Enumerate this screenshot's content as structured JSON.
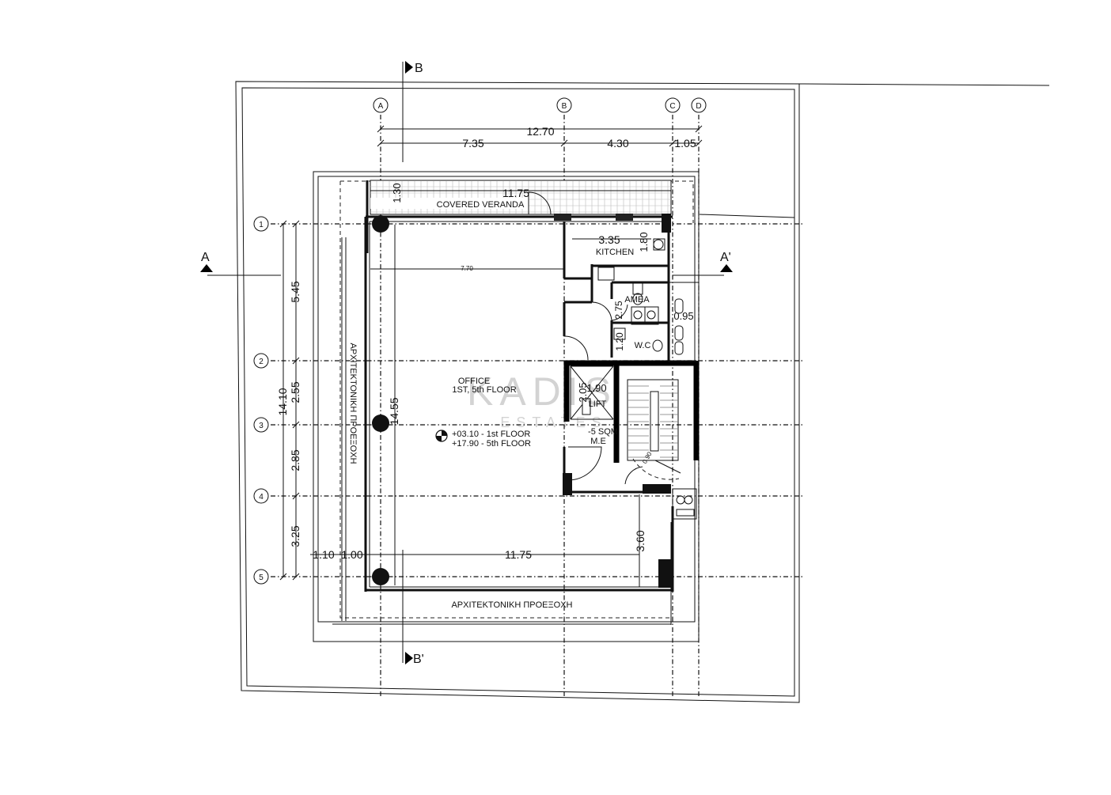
{
  "grid": {
    "columns": [
      "A",
      "B",
      "C",
      "D"
    ],
    "rows": [
      "1",
      "2",
      "3",
      "4",
      "5"
    ]
  },
  "sections": {
    "b_top": "B",
    "b_bottom": "B'",
    "a_left": "A",
    "a_right": "A'"
  },
  "dimensions": {
    "top_total": "12.70",
    "top_ab": "7.35",
    "top_bc": "4.30",
    "top_cd": "1.05",
    "veranda_length": "11.75",
    "veranda_depth": "1.30",
    "left_total": "14.10",
    "left_12": "5.45",
    "left_23": "2.55",
    "left_34": "2.85",
    "left_45": "3.25",
    "office_depth": "14.55",
    "office_width": "7.70",
    "kitchen_w": "3.35",
    "kitchen_d": "1.80",
    "wc_d1": "2.75",
    "wc_d2": "1.20",
    "wc_w": "0.95",
    "lift_d": "2.05",
    "lift_w": "1.90",
    "bottom_len": "11.75",
    "bottom_l1": "1.10",
    "bottom_l2": "1.00",
    "bottom_right": "3.60",
    "stair_landing": "0.90"
  },
  "rooms": {
    "veranda": "COVERED VERANDA",
    "kitchen": "KITCHEN",
    "amea": "AMEA",
    "wc": "W.C",
    "office_line1": "OFFICE",
    "office_line2": "1ST, 5th FLOOR",
    "lift": "LIFT",
    "me_line1": "-5 SQM",
    "me_line2": "M.E",
    "projection_bottom": "ΑΡΧΙΤΕΚΤΟΝΙΚΗ ΠΡΟΕΞΟΧΗ",
    "projection_left": "ΑΡΧΙΤΕΚΤΟΝΙΚΗ ΠΡΟΕΞΟΧΗ"
  },
  "levels": {
    "first": "+03.10 - 1st FLOOR",
    "fifth": "+17.90 - 5th FLOOR"
  },
  "watermark": {
    "brand": "KADIS",
    "sub": "ESTATES"
  }
}
